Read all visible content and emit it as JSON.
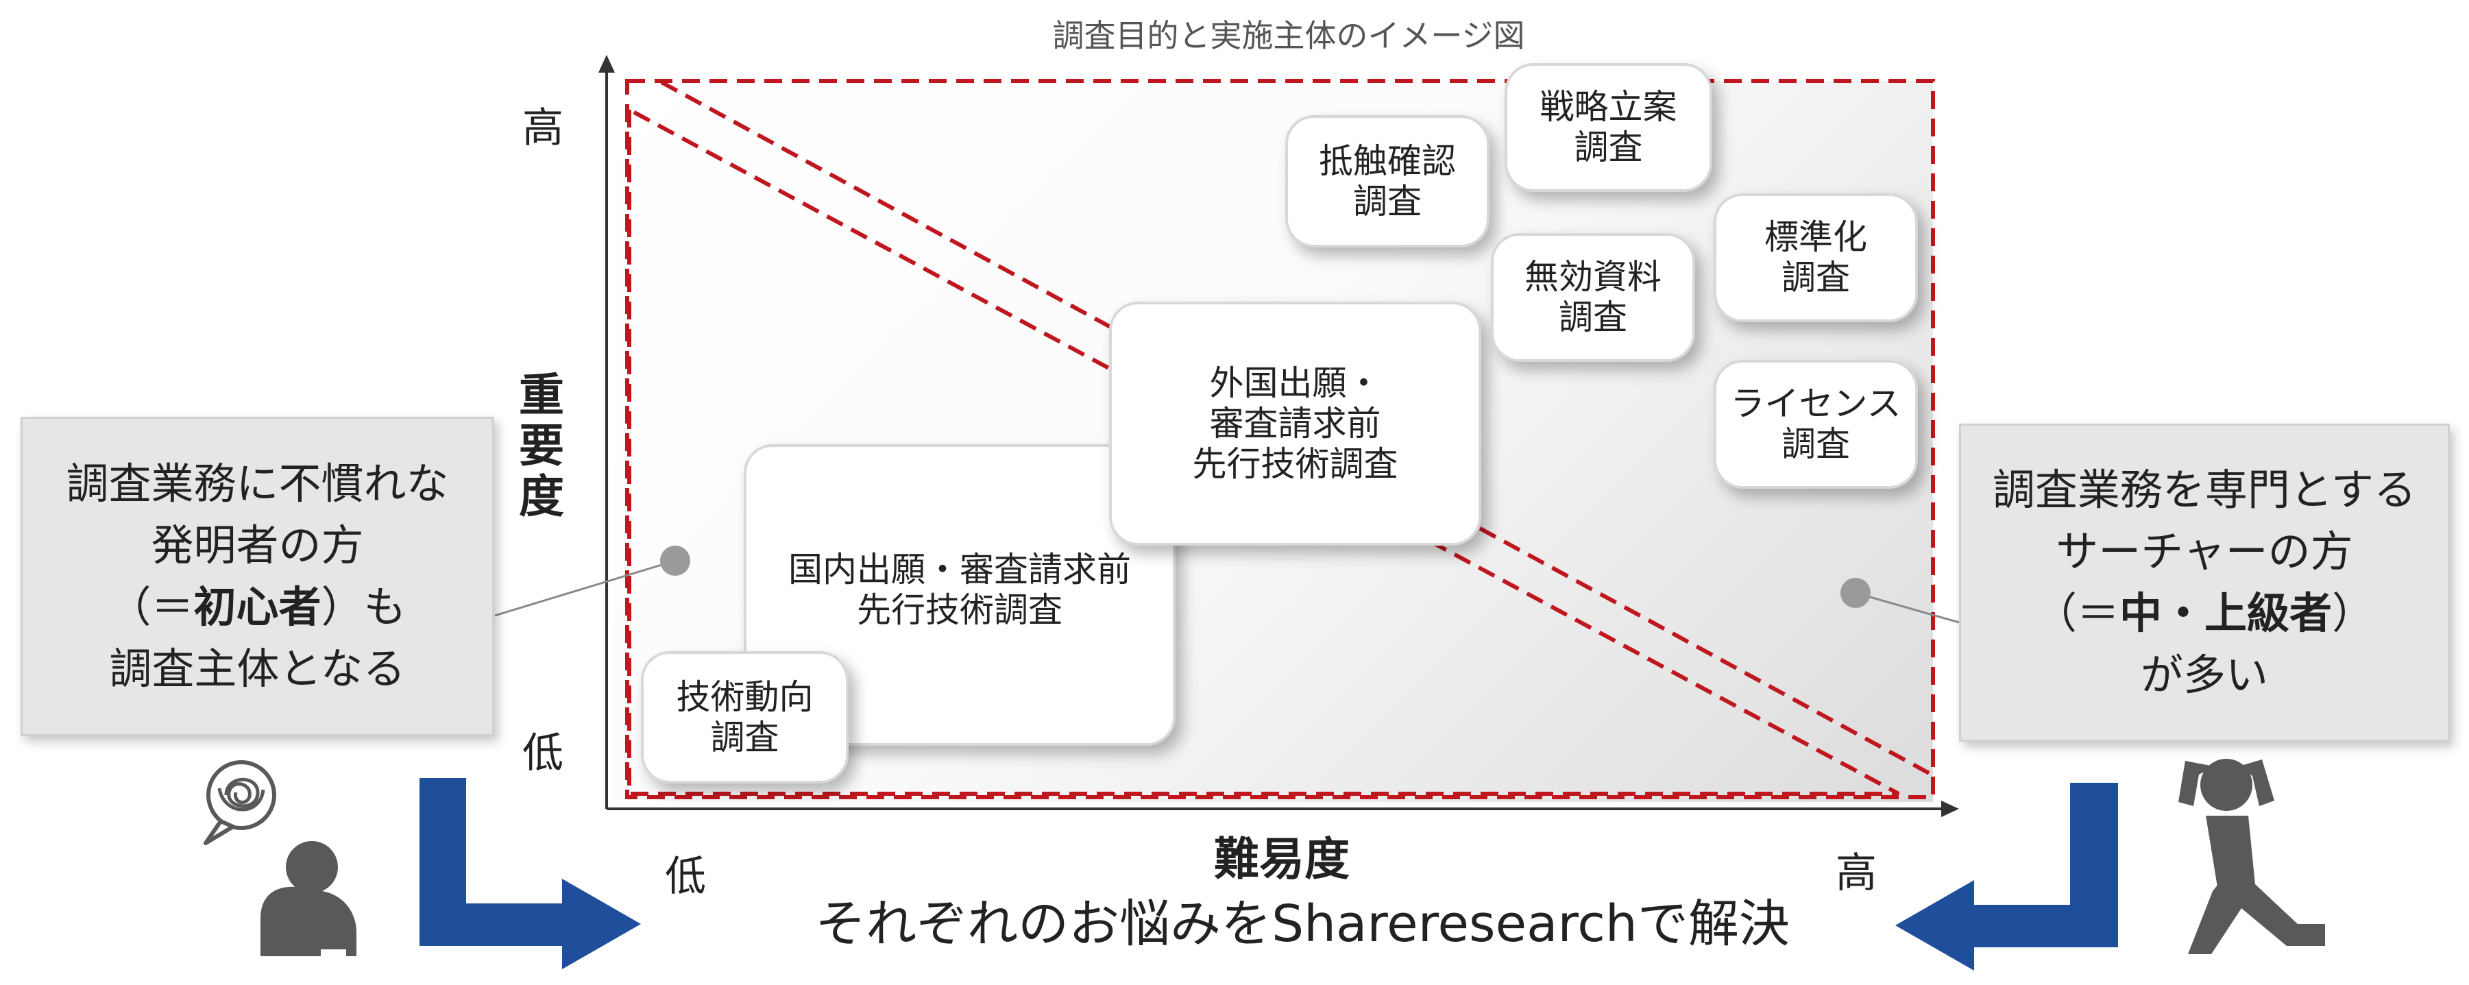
{
  "title": "調査目的と実施主体のイメージ図",
  "y_axis": {
    "label_chars": [
      "重",
      "要",
      "度"
    ],
    "high": "高",
    "low": "低"
  },
  "x_axis": {
    "label": "難易度",
    "low": "低",
    "high": "高"
  },
  "cards": [
    {
      "lines": [
        "技術動向",
        "調査"
      ]
    },
    {
      "lines": [
        "国内出願・審査請求前",
        "先行技術調査"
      ]
    },
    {
      "lines": [
        "外国出願・",
        "審査請求前",
        "先行技術調査"
      ]
    },
    {
      "lines": [
        "抵触確認",
        "調査"
      ]
    },
    {
      "lines": [
        "戦略立案",
        "調査"
      ]
    },
    {
      "lines": [
        "無効資料",
        "調査"
      ]
    },
    {
      "lines": [
        "標準化",
        "調査"
      ]
    },
    {
      "lines": [
        "ライセンス",
        "調査"
      ]
    }
  ],
  "left_box": {
    "line1": "調査業務に不慣れな",
    "line2": "発明者の方",
    "line3_pre": "（＝",
    "line3_bold": "初心者",
    "line3_post": "）も",
    "line4": "調査主体となる"
  },
  "right_box": {
    "line1": "調査業務を専門とする",
    "line2": "サーチャーの方",
    "line3_pre": "（＝",
    "line3_bold": "中・上級者",
    "line3_post": "）",
    "line4": "が多い"
  },
  "footer": "それぞれのお悩みをShareresearchで解決",
  "colors": {
    "dashed_red": "#c0171e",
    "arrow_blue": "#1f4e9a",
    "marker_gray": "#9a9a9a",
    "person_gray": "#595959",
    "box_bg": "#e6e6e6"
  },
  "icons": {
    "left_person": "confused-person-icon",
    "right_person": "kneeling-person-icon",
    "thought_bubble": "tangled-thought-bubble-icon"
  }
}
